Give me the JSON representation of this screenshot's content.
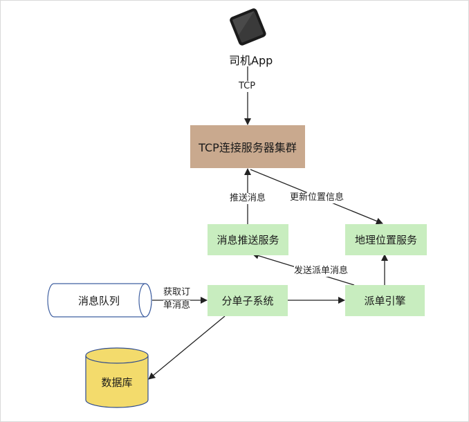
{
  "nodes": {
    "phone_app": "司机App",
    "tcp_cluster": "TCP连接服务器集群",
    "push_service": "消息推送服务",
    "geo_service": "地理位置服务",
    "message_queue": "消息队列",
    "dispatch_subsystem": "分单子系统",
    "dispatch_engine": "派单引擎",
    "database": "数据库"
  },
  "edges": {
    "tcp": "TCP",
    "push_message": "推送消息",
    "update_location": "更新位置信息",
    "send_dispatch_message": "发送派单消息",
    "fetch_order_line1": "获取订",
    "fetch_order_line2": "单消息"
  }
}
